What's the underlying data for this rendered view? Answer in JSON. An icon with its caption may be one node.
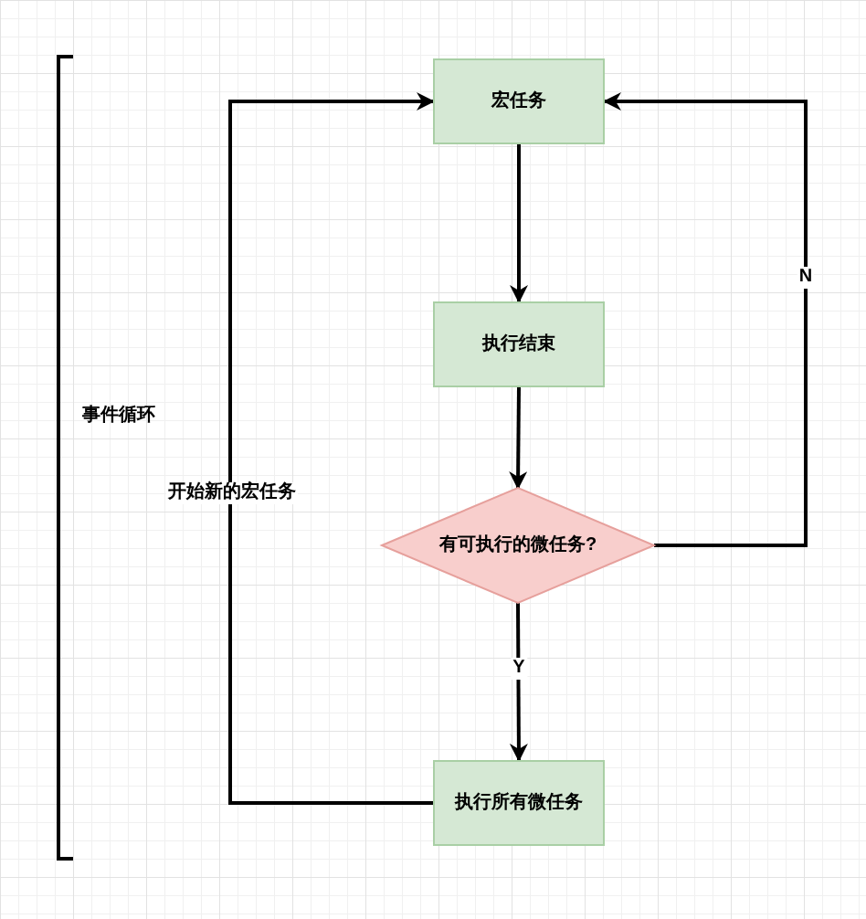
{
  "diagram": {
    "nodes": [
      {
        "text": [
          "宏任务"
        ]
      },
      {
        "text": [
          "执行结束"
        ]
      },
      {
        "text": [
          "有可执行的微任务?"
        ]
      },
      {
        "text": [
          "执行所有微任务"
        ]
      }
    ],
    "edges": [
      {
        "from": 0,
        "to": 1,
        "arrow": "to"
      },
      {
        "from": 1,
        "to": 2,
        "arrow": "to"
      },
      {
        "from": 2,
        "to": 0,
        "arrow": "to",
        "label": "N"
      },
      {
        "from": 2,
        "to": 3,
        "arrow": "to",
        "label": "Y"
      },
      {
        "from": 3,
        "to": 0,
        "arrow": "to",
        "label": "开始新的宏任务"
      }
    ],
    "labels": [
      "事件循环"
    ]
  }
}
